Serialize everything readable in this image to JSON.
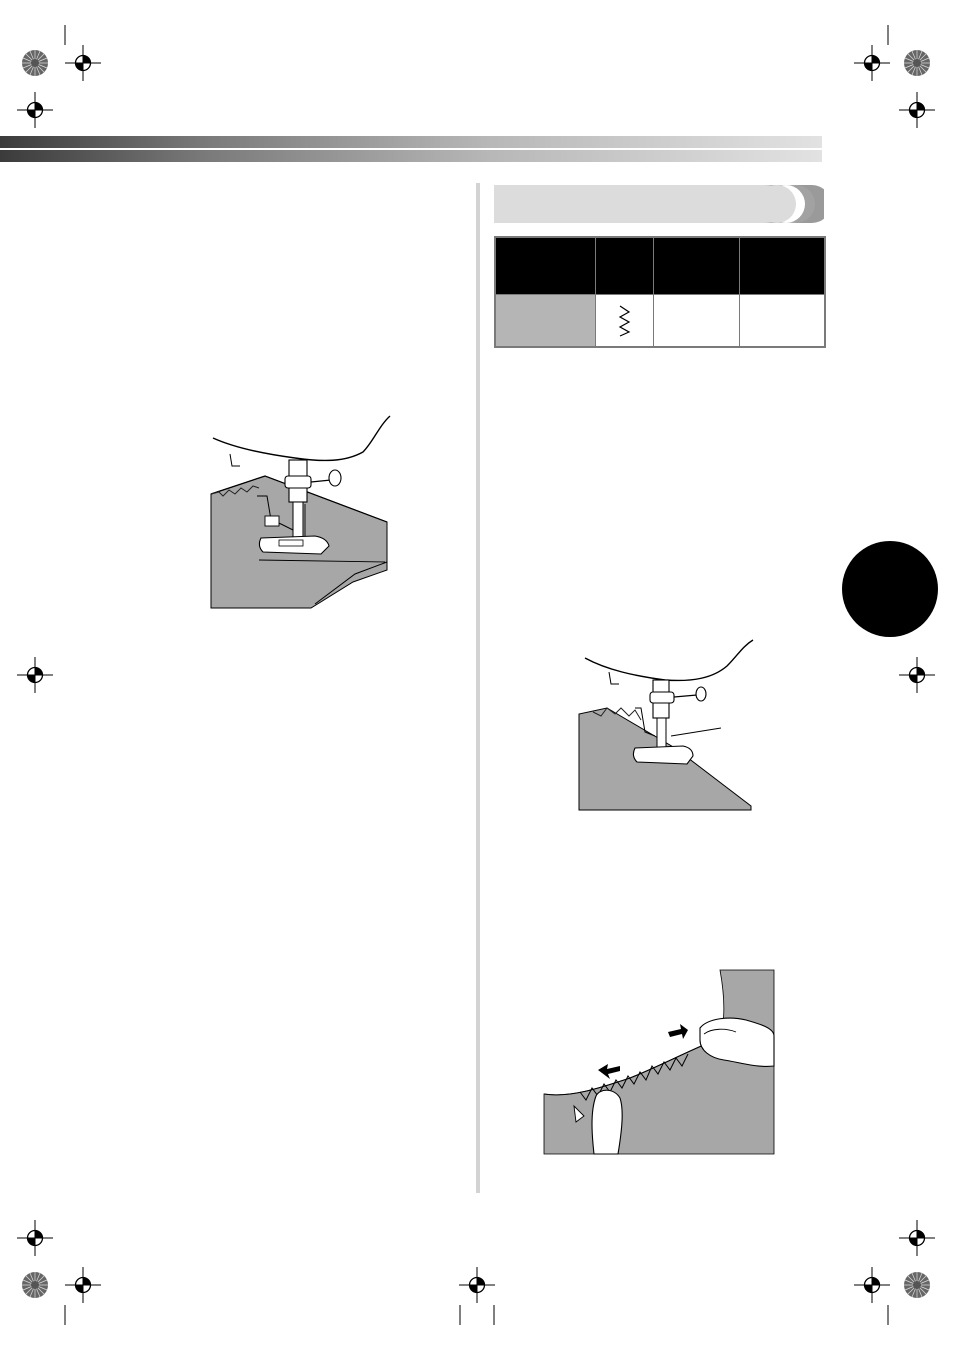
{
  "page": {
    "header_band_label": "",
    "chapter_tab_label": ""
  },
  "section": {
    "title": ""
  },
  "stitch_table": {
    "headers": [
      "",
      "",
      "",
      ""
    ],
    "row": {
      "application": "",
      "stitch_icon": "zigzag-stitch-icon",
      "stitch_width": "",
      "stitch_length": ""
    }
  },
  "figures": [
    {
      "name": "sewing-machine-foot-figure",
      "label": ""
    },
    {
      "name": "overcasting-machine-figure",
      "label": ""
    },
    {
      "name": "hands-stretching-fabric-figure",
      "label": ""
    }
  ],
  "colors": {
    "fabric": "#a7a7a7",
    "table_header": "#000000",
    "table_cell_gray": "#b5b5b5",
    "chapter_tab": "#000000",
    "divider": "#d3d3d3"
  }
}
